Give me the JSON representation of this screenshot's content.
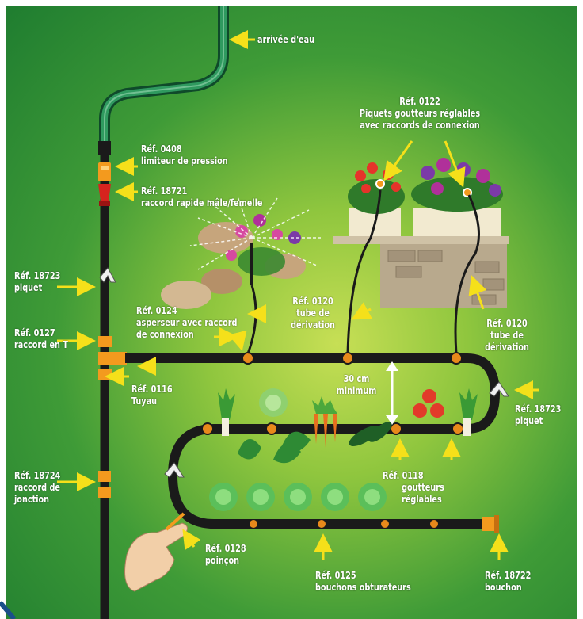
{
  "labels": {
    "arrivee": "arrivée d'eau",
    "ref_0408": "Réf. 0408",
    "ref_0408_desc": "limiteur de pression",
    "ref_18721": "Réf. 18721",
    "ref_18721_desc": "raccord rapide mâle/femelle",
    "ref_0122": "Réf. 0122",
    "ref_0122_l1": "Piquets goutteurs réglables",
    "ref_0122_l2": "avec raccords de connexion",
    "ref_18723a": "Réf. 18723",
    "ref_18723a_desc": "piquet",
    "ref_0124": "Réf. 0124",
    "ref_0124_l1": "asperseur avec raccord",
    "ref_0124_l2": "de connexion",
    "ref_0120a_l1": "Réf. 0120",
    "ref_0120a_l2": "tube de",
    "ref_0120a_l3": "dérivation",
    "ref_0120b_l1": "Réf. 0120",
    "ref_0120b_l2": "tube de",
    "ref_0120b_l3": "dérivation",
    "ref_0127": "Réf. 0127",
    "ref_0127_desc": "raccord en T",
    "ref_0116": "Réf. 0116",
    "ref_0116_desc": "Tuyau",
    "dist_l1": "30 cm",
    "dist_l2": "minimum",
    "ref_18723b": "Réf. 18723",
    "ref_18723b_desc": "piquet",
    "ref_18724": "Réf. 18724",
    "ref_18724_l1": "raccord de",
    "ref_18724_l2": "jonction",
    "ref_0118": "Réf. 0118",
    "ref_0118_l1": "goutteurs",
    "ref_0118_l2": "réglables",
    "ref_0128": "Réf. 0128",
    "ref_0128_desc": "poinçon",
    "ref_0125": "Réf. 0125",
    "ref_0125_desc": "bouchons obturateurs",
    "ref_18722": "Réf. 18722",
    "ref_18722_desc": "bouchon"
  },
  "colors": {
    "pipe": "#1a1a1a",
    "arrow": "#f5e01a",
    "fitting": "#f39a1e",
    "dripper": "#e8891b",
    "supply_hose": "#1d6f43",
    "coupling_red": "#d6231e"
  }
}
